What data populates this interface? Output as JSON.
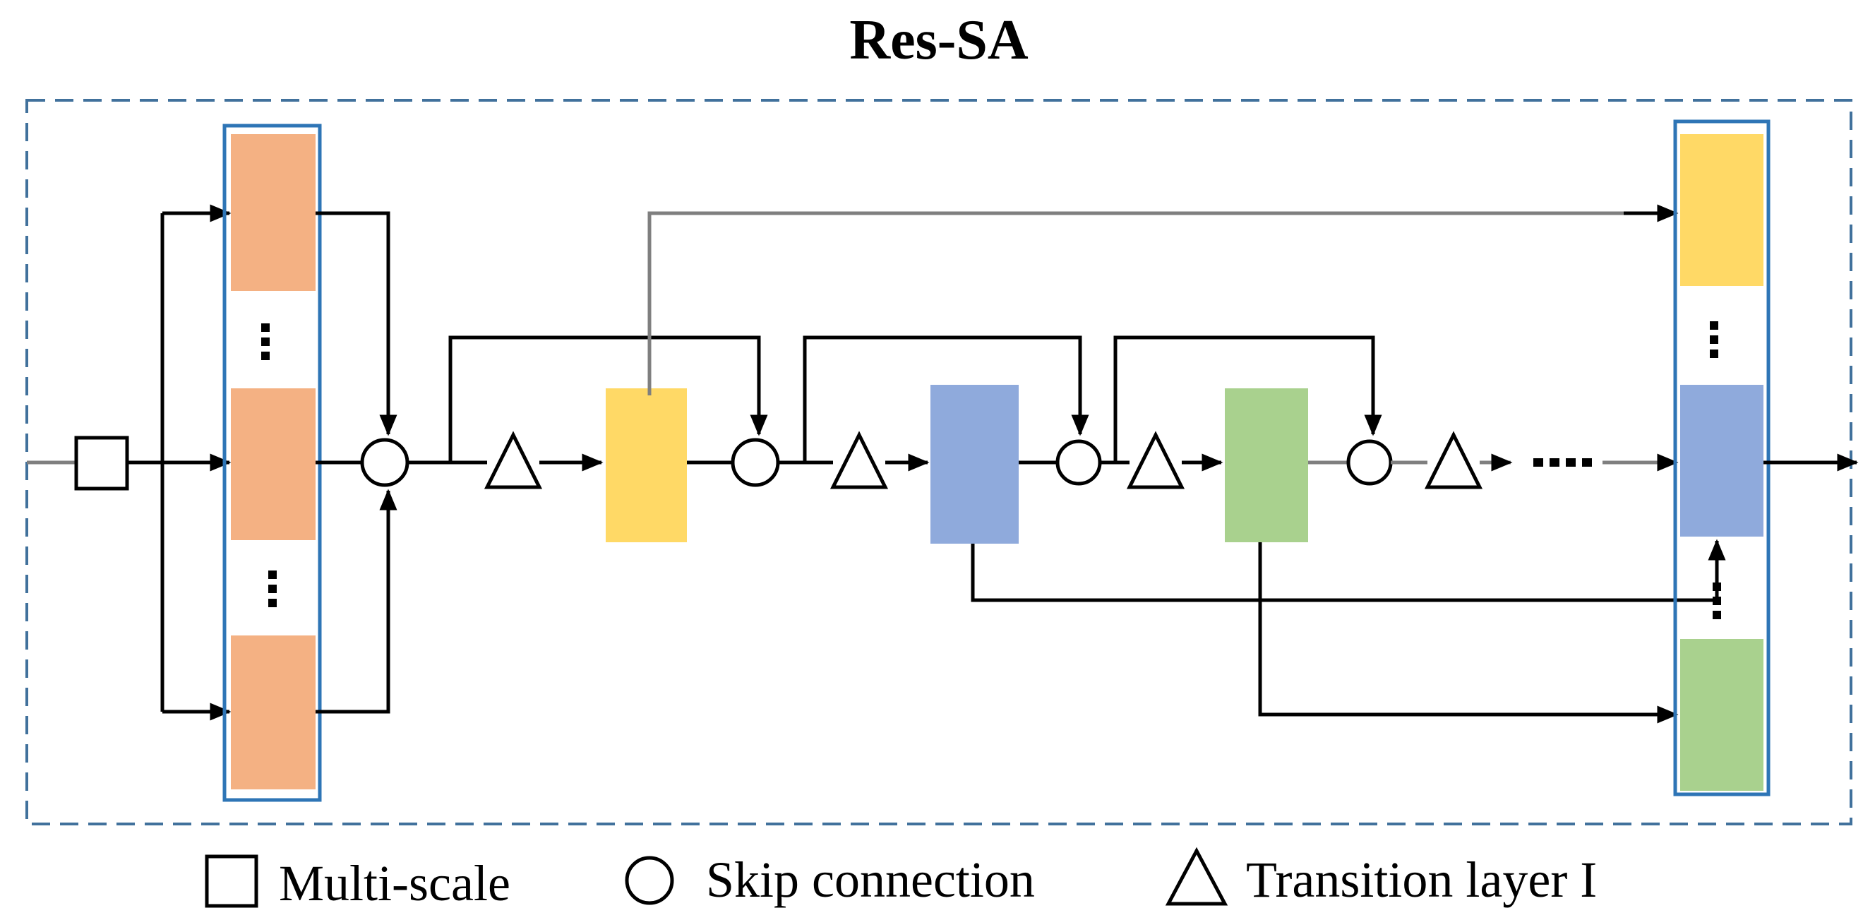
{
  "title": "Res-SA",
  "legend": {
    "multi_scale": "Multi-scale",
    "skip_connection": "Skip connection",
    "transition_layer": "Transition layer I"
  },
  "colors": {
    "orange_block": "#f4b183",
    "yellow_block": "#ffd966",
    "blue_block": "#8faadc",
    "green_block": "#a9d18e",
    "group_border": "#2e75b6",
    "dashed_border": "#41719c"
  }
}
